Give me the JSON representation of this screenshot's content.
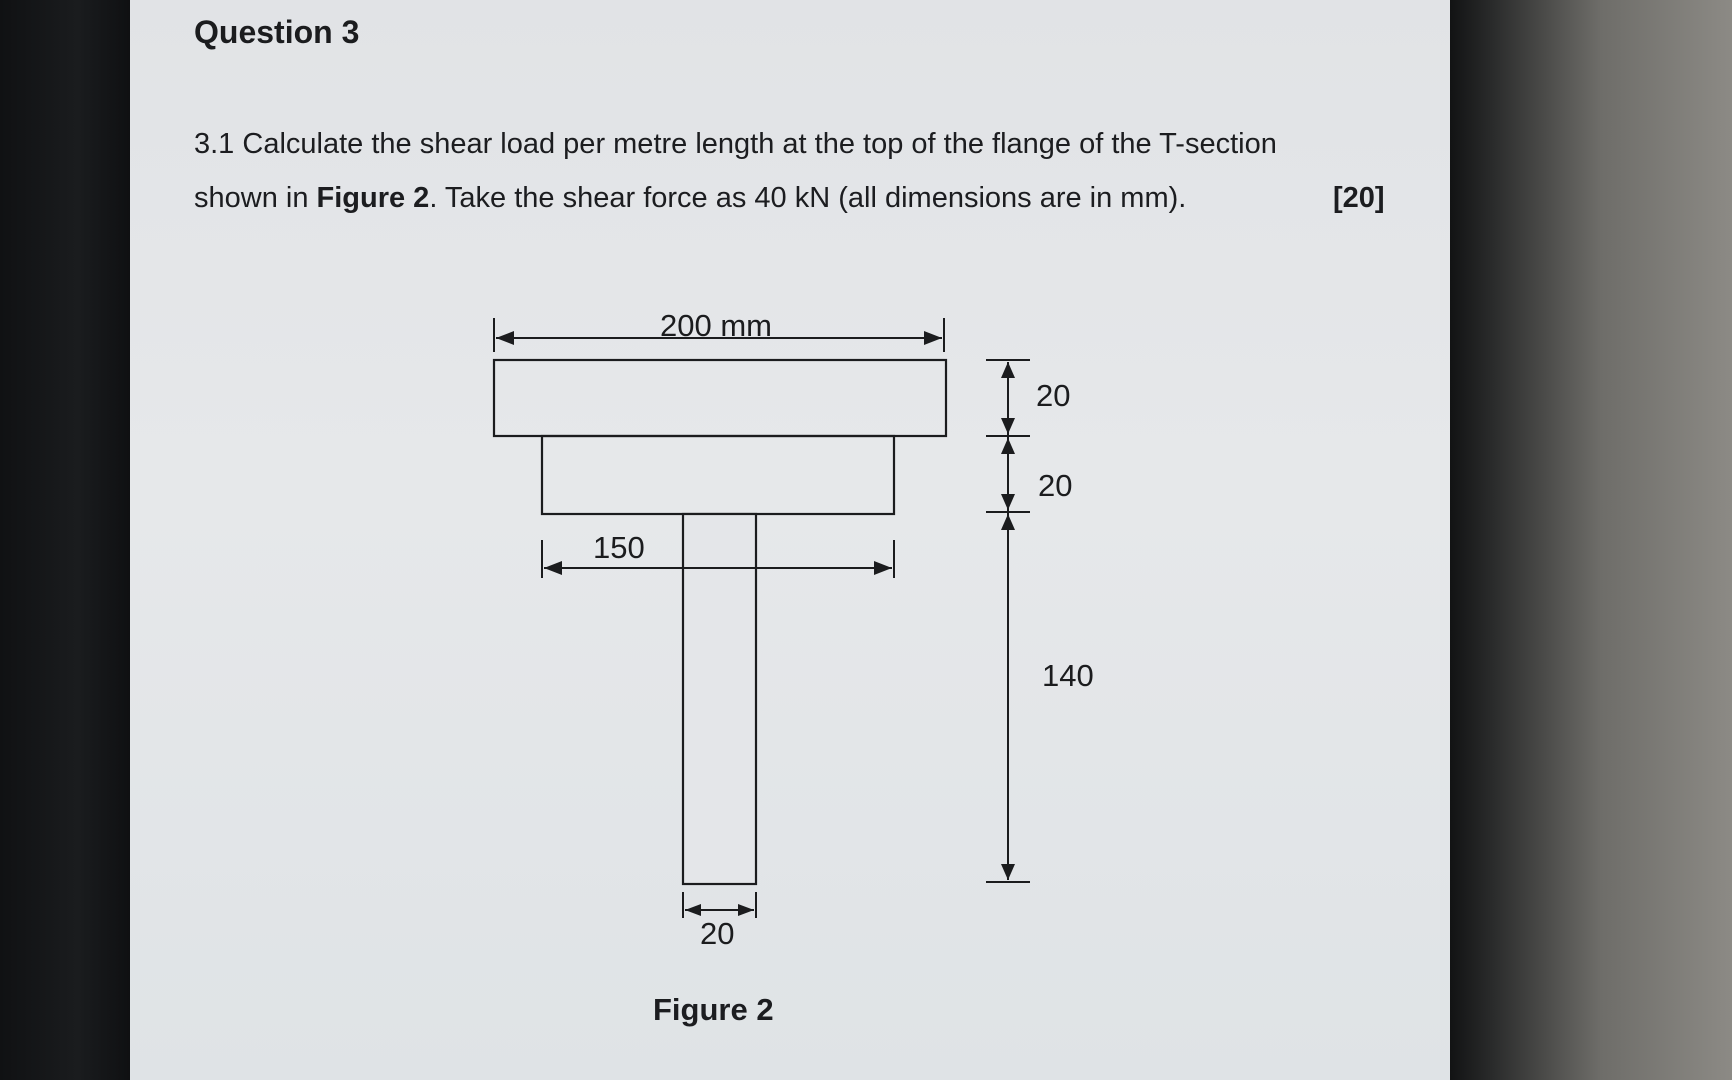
{
  "question": {
    "title": "Question 3",
    "line1": "3.1 Calculate the shear load per metre length at the top of the flange of the T-section",
    "line2_before": "shown in ",
    "line2_bold": "Figure 2",
    "line2_after": ". Take the shear force as 40 kN (all dimensions are in mm).",
    "marks": "[20]"
  },
  "figure": {
    "caption": "Figure 2",
    "top_width_label": "200 mm",
    "mid_width_label": "150",
    "web_width_label": "20",
    "dim_top_thickness": "20",
    "dim_mid_thickness": "20",
    "dim_web_height": "140"
  },
  "colors": {
    "ink": "#1b1c1e",
    "paper": "#e3e5e8"
  }
}
